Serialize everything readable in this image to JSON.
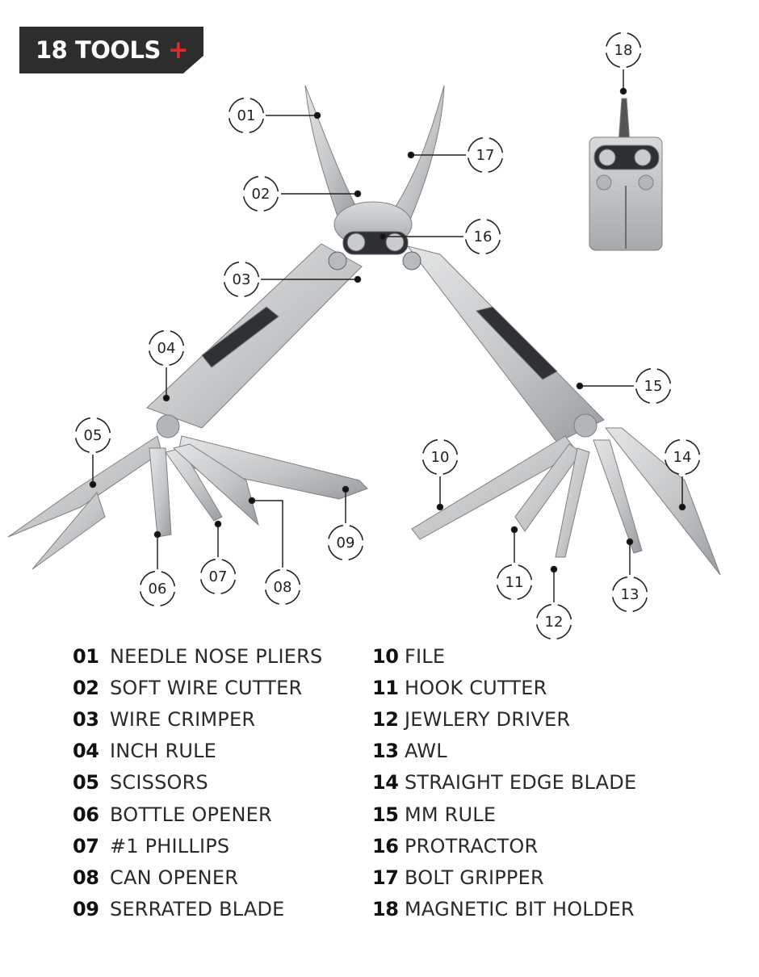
{
  "badge": {
    "text": "18 TOOLS",
    "plus": "+"
  },
  "colors": {
    "steel": "#c9cbcd",
    "steel_dark": "#8e9194",
    "badge_bg": "#2d2d2d",
    "accent": "#e8262c"
  },
  "callouts": [
    "01",
    "02",
    "03",
    "04",
    "05",
    "06",
    "07",
    "08",
    "09",
    "10",
    "11",
    "12",
    "13",
    "14",
    "15",
    "16",
    "17",
    "18"
  ],
  "legend": [
    {
      "num": "01",
      "label": "NEEDLE NOSE PLIERS"
    },
    {
      "num": "02",
      "label": "SOFT WIRE CUTTER"
    },
    {
      "num": "03",
      "label": "WIRE CRIMPER"
    },
    {
      "num": "04",
      "label": "INCH RULE"
    },
    {
      "num": "05",
      "label": "SCISSORS"
    },
    {
      "num": "06",
      "label": "BOTTLE OPENER"
    },
    {
      "num": "07",
      "label": "#1 PHILLIPS"
    },
    {
      "num": "08",
      "label": "CAN OPENER"
    },
    {
      "num": "09",
      "label": "SERRATED BLADE"
    },
    {
      "num": "10",
      "label": "FILE"
    },
    {
      "num": "11",
      "label": "HOOK CUTTER"
    },
    {
      "num": "12",
      "label": "JEWLERY DRIVER"
    },
    {
      "num": "13",
      "label": "AWL"
    },
    {
      "num": "14",
      "label": "STRAIGHT EDGE BLADE"
    },
    {
      "num": "15",
      "label": "MM RULE"
    },
    {
      "num": "16",
      "label": "PROTRACTOR"
    },
    {
      "num": "17",
      "label": "BOLT GRIPPER"
    },
    {
      "num": "18",
      "label": "MAGNETIC BIT HOLDER"
    }
  ]
}
